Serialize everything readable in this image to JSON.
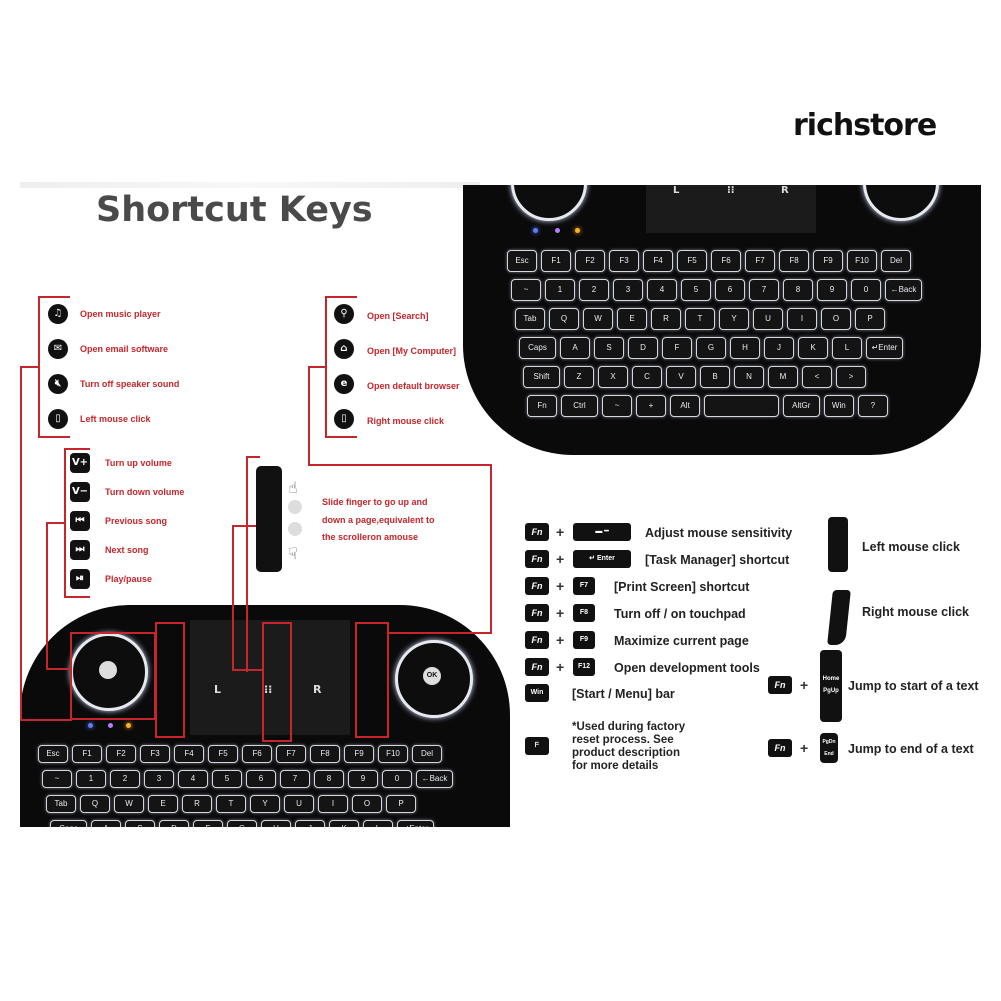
{
  "brand": "richstore",
  "title": "Shortcut Keys",
  "left_group": [
    {
      "icon": "music-icon",
      "label": "Open music player"
    },
    {
      "icon": "email-icon",
      "label": "Open email software"
    },
    {
      "icon": "mute-icon",
      "label": "Turn off speaker sound"
    },
    {
      "icon": "mouse-left-icon",
      "label": "Left mouse click"
    }
  ],
  "media_group": [
    {
      "icon": "V+",
      "label": "Turn up volume"
    },
    {
      "icon": "V−",
      "label": "Turn down volume"
    },
    {
      "icon": "⏮",
      "label": "Previous song"
    },
    {
      "icon": "⏭",
      "label": "Next song"
    },
    {
      "icon": "⏯",
      "label": "Play/pause"
    }
  ],
  "right_group": [
    {
      "icon": "search-icon",
      "label": "Open [Search]"
    },
    {
      "icon": "home-icon",
      "label": "Open [My Computer]"
    },
    {
      "icon": "browser-icon",
      "label": "Open default browser"
    },
    {
      "icon": "mouse-right-icon",
      "label": "Right mouse click"
    }
  ],
  "scroll_text": {
    "line1": "Slide finger to go up and",
    "line2": "down a page,equivalent to",
    "line3": "the scrolleron amouse"
  },
  "fn_label": "Fn",
  "fn_combos": [
    {
      "key": "▬ ━",
      "label": "Adjust mouse sensitivity"
    },
    {
      "key": "↵ Enter",
      "label": "[Task Manager] shortcut"
    },
    {
      "key": "F7",
      "label": "[Print Screen] shortcut"
    },
    {
      "key": "F8",
      "label": "Turn off / on touchpad"
    },
    {
      "key": "F9",
      "label": "Maximize current page"
    },
    {
      "key": "F12",
      "label": "Open development tools"
    }
  ],
  "win_key": "Win",
  "win_label": "[Start / Menu] bar",
  "factory_note": [
    "*Used during factory",
    "reset process. See",
    "product description",
    "for more details"
  ],
  "side_shortcuts": [
    {
      "label": "Left mouse click"
    },
    {
      "label": "Right mouse click"
    },
    {
      "label": "Jump to start of a text",
      "key": "Home / PgUp"
    },
    {
      "label": "Jump to end of a text",
      "key": "PgDn / End"
    }
  ],
  "touchpad_labels": {
    "left": "L",
    "middle": "⁝⁝",
    "right": "R"
  },
  "kb_rows": [
    [
      "Esc",
      "F1",
      "F2",
      "F3",
      "F4",
      "F5",
      "F6",
      "F7",
      "F8",
      "F9",
      "F10",
      "Del"
    ],
    [
      "~",
      "1",
      "2",
      "3",
      "4",
      "5",
      "6",
      "7",
      "8",
      "9",
      "0",
      "←Back"
    ],
    [
      "Tab",
      "Q",
      "W",
      "E",
      "R",
      "T",
      "Y",
      "U",
      "I",
      "O",
      "P"
    ],
    [
      "Caps",
      "A",
      "S",
      "D",
      "F",
      "G",
      "H",
      "J",
      "K",
      "L",
      "↵Enter"
    ],
    [
      "Shift",
      "Z",
      "X",
      "C",
      "V",
      "B",
      "N",
      "M",
      "<",
      ">"
    ],
    [
      "Fn",
      "Ctrl",
      "~",
      "+",
      "Alt",
      "",
      "AltGr",
      "Win",
      "?"
    ]
  ],
  "colors": {
    "accent_red": "#c4262b",
    "keyboard": "#0a0a0a",
    "key_glow": "#d4d8de"
  }
}
